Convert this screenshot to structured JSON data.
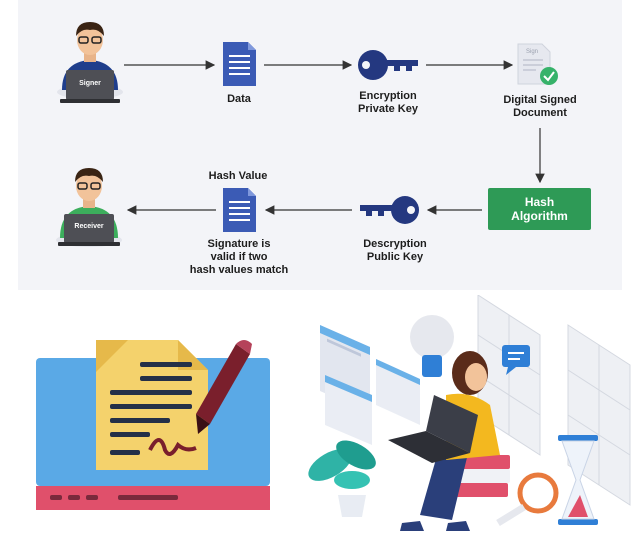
{
  "diagram": {
    "signer_label": "Signer",
    "data_label": "Data",
    "encryption_label_1": "Encryption",
    "encryption_label_2": "Private Key",
    "signed_doc_label_1": "Digital Signed",
    "signed_doc_label_2": "Document",
    "sign_text": "Sign",
    "hash_algorithm_1": "Hash",
    "hash_algorithm_2": "Algorithm",
    "decryption_label_1": "Descryption",
    "decryption_label_2": "Public Key",
    "hash_value_label": "Hash Value",
    "signature_valid_1": "Signature is",
    "signature_valid_2": "valid if two",
    "signature_valid_3": "hash values match",
    "receiver_label": "Receiver"
  },
  "colors": {
    "panel_bg": "#f3f4f8",
    "document_blue": "#3b5bb5",
    "key_navy": "#243880",
    "hash_green": "#2e9a56",
    "monitor_blue": "#5aa9e6",
    "monitor_red": "#e0506b",
    "paper_yellow": "#f4d26c",
    "person_yellow": "#f3b81f"
  }
}
